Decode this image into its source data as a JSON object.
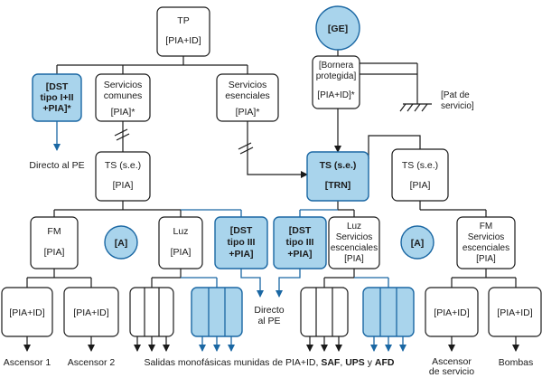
{
  "tp": {
    "l1": "TP",
    "l2": "[PIA+ID]"
  },
  "ge": {
    "label": "[GE]"
  },
  "bornera": {
    "l1": "[Bornera",
    "l2": "protegida]",
    "l3": "[PIA+ID]*"
  },
  "pat": {
    "l1": "[Pat de",
    "l2": "servicio]"
  },
  "dst1": {
    "l1": "[DST",
    "l2": "tipo I+II",
    "l3": "+PIA]*"
  },
  "serv_comunes": {
    "l1": "Servicios",
    "l2": "comunes",
    "l3": "[PIA]*"
  },
  "serv_esenciales": {
    "l1": "Servicios",
    "l2": "esenciales",
    "l3": "[PIA]*"
  },
  "directo_pe": "Directo al PE",
  "ts_left": {
    "l1": "TS (s.e.)",
    "l2": "[PIA]"
  },
  "ts_trn": {
    "l1": "TS (s.e.)",
    "l2": "[TRN]"
  },
  "ts_right": {
    "l1": "TS (s.e.)",
    "l2": "[PIA]"
  },
  "fm": {
    "l1": "FM",
    "l2": "[PIA]"
  },
  "a_left": "[A]",
  "a_right": "[A]",
  "luz": {
    "l1": "Luz",
    "l2": "[PIA]"
  },
  "dst3_a": {
    "l1": "[DST",
    "l2": "tipo III",
    "l3": "+PIA]"
  },
  "dst3_b": {
    "l1": "[DST",
    "l2": "tipo III",
    "l3": "+PIA]"
  },
  "luz_serv": {
    "l1": "Luz",
    "l2": "Servicios",
    "l3": "escenciales",
    "l4": "[PIA]"
  },
  "fm_serv": {
    "l1": "FM",
    "l2": "Servicios",
    "l3": "escenciales",
    "l4": "[PIA]"
  },
  "piaid_1": "[PIA+ID]",
  "piaid_2": "[PIA+ID]",
  "piaid_3": "[PIA+ID]",
  "piaid_4": "[PIA+ID]",
  "ascensor1": "Ascensor 1",
  "ascensor2": "Ascensor 2",
  "directo_pe2": {
    "l1": "Directo",
    "l2": "al PE"
  },
  "salidas": {
    "prefix": "Salidas monofásicas munidas de PIA+ID, ",
    "saf": "SAF",
    "sep1": ", ",
    "ups": "UPS",
    "sep2": " y ",
    "afd": "AFD"
  },
  "asc_servicio": {
    "l1": "Ascensor",
    "l2": "de servicio"
  },
  "bombas": "Bombas"
}
